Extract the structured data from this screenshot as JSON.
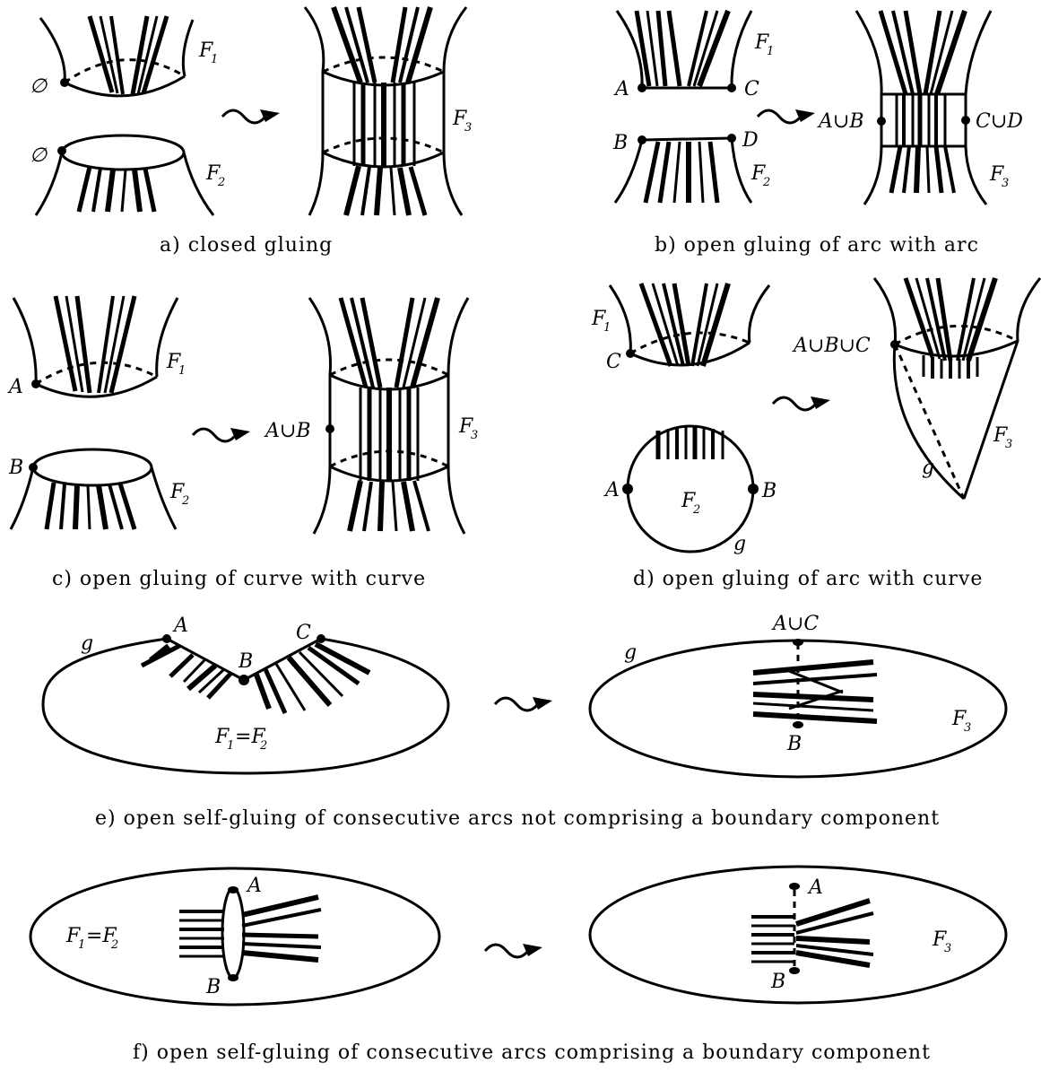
{
  "panels": [
    {
      "id": "a",
      "caption": "a)  closed  gluing",
      "labels": {
        "empty_top": "∅",
        "empty_bottom": "∅",
        "F1": "F",
        "F1_sub": "1",
        "F2": "F",
        "F2_sub": "2",
        "F3": "F",
        "F3_sub": "3"
      }
    },
    {
      "id": "b",
      "caption": "b)  open  gluing  of  arc  with  arc",
      "labels": {
        "A": "A",
        "B": "B",
        "C": "C",
        "D": "D",
        "AuB": "A∪B",
        "CuD": "C∪D",
        "F1": "F",
        "F1_sub": "1",
        "F2": "F",
        "F2_sub": "2",
        "F3": "F",
        "F3_sub": "3"
      }
    },
    {
      "id": "c",
      "caption": "c)  open  gluing  of  curve  with  curve",
      "labels": {
        "A": "A",
        "B": "B",
        "AuB": "A∪B",
        "F1": "F",
        "F1_sub": "1",
        "F2": "F",
        "F2_sub": "2",
        "F3": "F",
        "F3_sub": "3"
      }
    },
    {
      "id": "d",
      "caption": "d)  open  gluing  of  arc  with  curve",
      "labels": {
        "A": "A",
        "B": "B",
        "C": "C",
        "AuBuC": "A∪B∪C",
        "g_left": "g",
        "g_right": "g",
        "F1": "F",
        "F1_sub": "1",
        "F2": "F",
        "F2_sub": "2",
        "F3": "F",
        "F3_sub": "3"
      }
    },
    {
      "id": "e",
      "caption": "e)  open  self-gluing  of  consecutive  arcs  not  comprising  a  boundary  component",
      "labels": {
        "A": "A",
        "B_left": "B",
        "C": "C",
        "AuC": "A∪C",
        "B_right": "B",
        "g_left": "g",
        "g_right": "g",
        "F1eqF2": "F",
        "F1_sub": "1",
        "eq": "=F",
        "F2_sub": "2",
        "F3": "F",
        "F3_sub": "3"
      }
    },
    {
      "id": "f",
      "caption": "f)  open  self-gluing  of  consecutive  arcs  comprising  a  boundary  component",
      "labels": {
        "A_left": "A",
        "B_left": "B",
        "A_right": "A",
        "B_right": "B",
        "F1eqF2": "F",
        "F1_sub": "1",
        "eq": "=F",
        "F2_sub": "2",
        "F3": "F",
        "F3_sub": "3"
      }
    }
  ]
}
